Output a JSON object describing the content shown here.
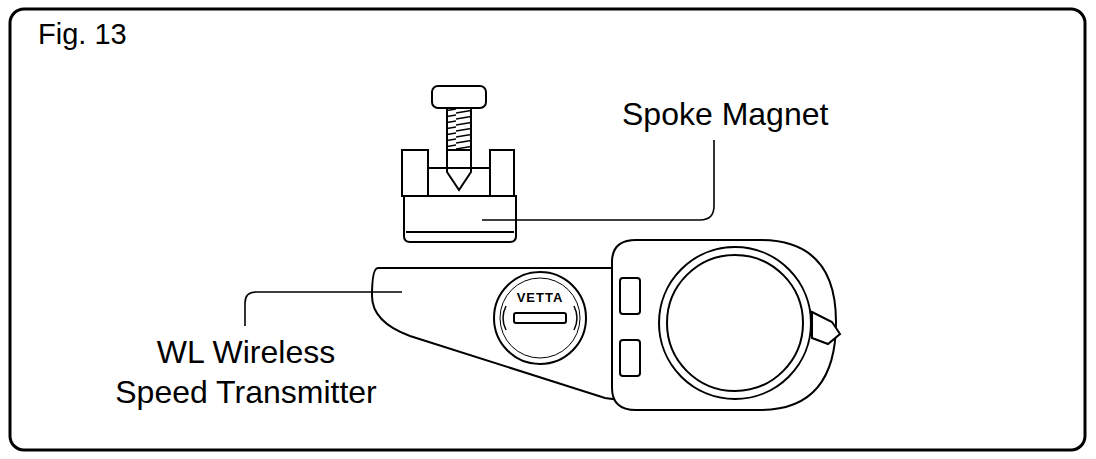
{
  "diagram": {
    "title": "Fig. 13",
    "labels": [
      "Spoke Magnet",
      "WL Wireless Speed Transmitter",
      "VETTA"
    ]
  }
}
